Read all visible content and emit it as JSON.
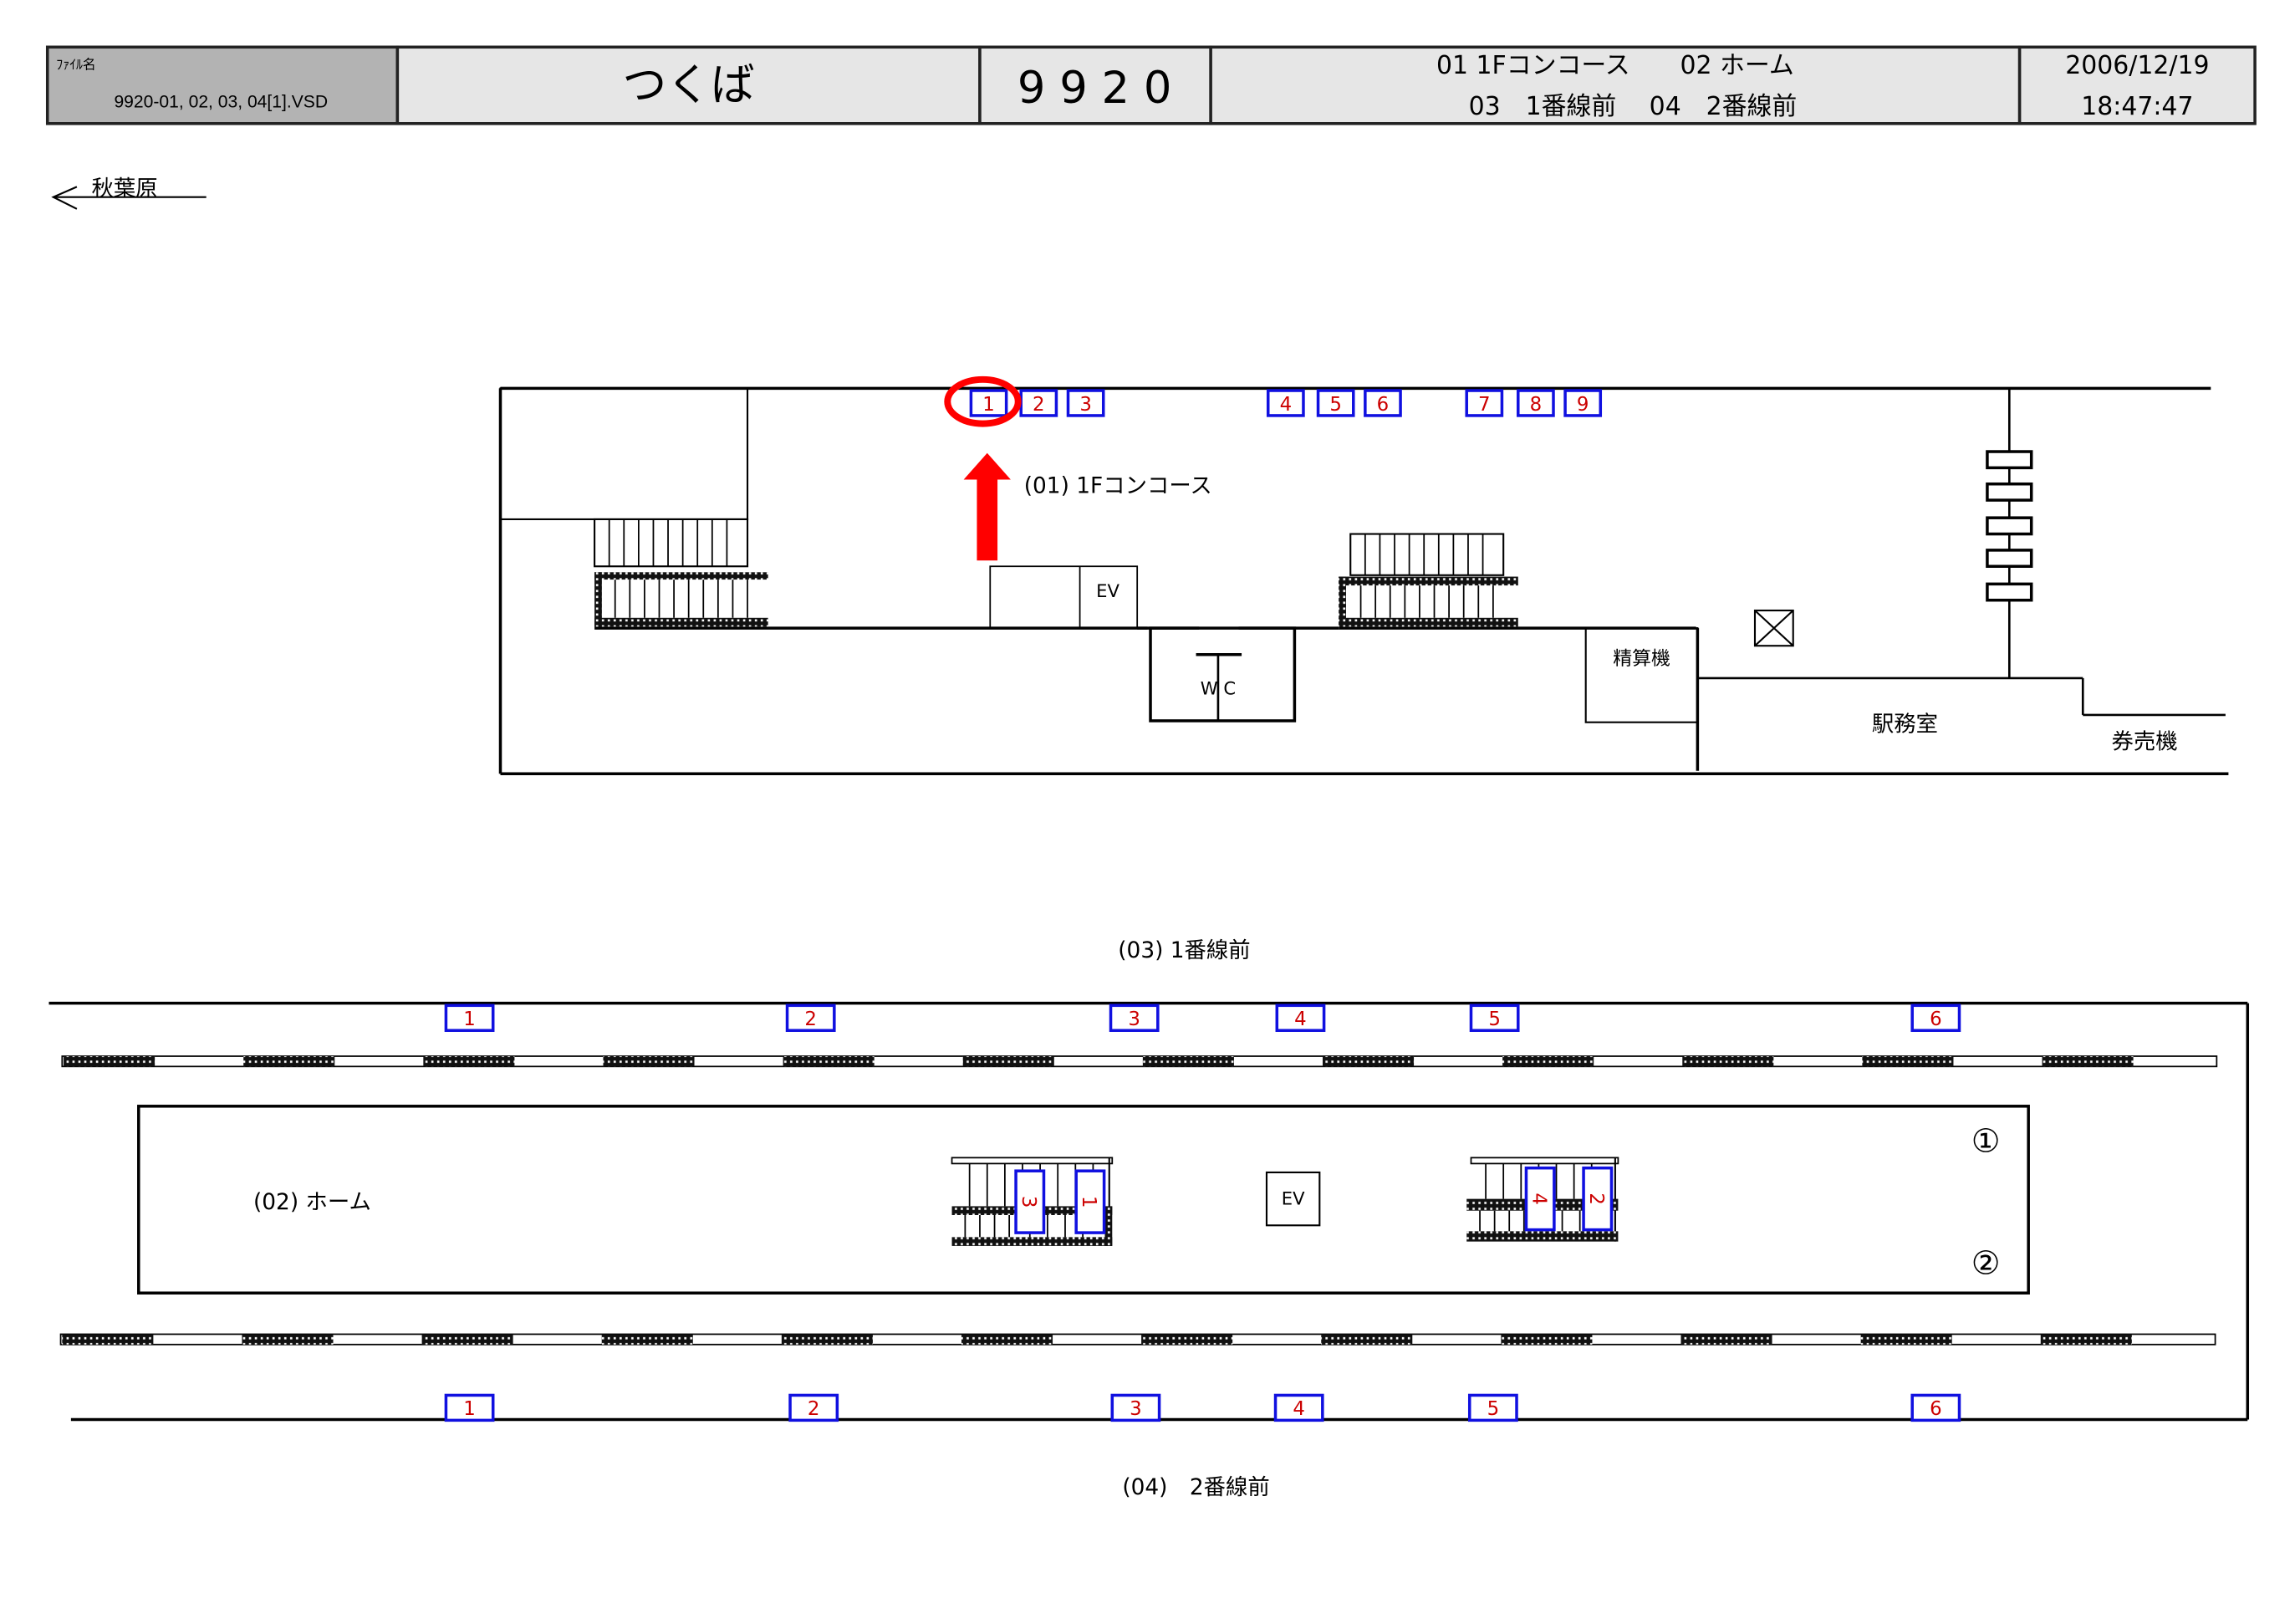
{
  "header": {
    "file_label": "ﾌｧｲﾙ名",
    "file_name": "9920-01, 02, 03, 04[1].VSD",
    "station_name": "つくば",
    "station_code": "9 9 2 0",
    "views_line1": "01 1Fコンコース　　02 ホーム",
    "views_line2": "03　1番線前　 04　2番線前",
    "date": "2006/12/19",
    "time": "18:47:47"
  },
  "direction": {
    "label": "秋葉原"
  },
  "concourse": {
    "title": "(01) 1Fコンコース",
    "ev_label": "EV",
    "wc_label": "W C",
    "fare_adjust_label": "精算機",
    "station_office_label": "駅務室",
    "ticket_machine_label": "券売機",
    "cameras": [
      "1",
      "2",
      "3",
      "4",
      "5",
      "6",
      "7",
      "8",
      "9"
    ],
    "highlighted_camera": "1"
  },
  "platform": {
    "title": "(02) ホーム",
    "ev_label": "EV",
    "track1_mark": "①",
    "track2_mark": "②",
    "escalator_cameras": [
      "3",
      "1",
      "4",
      "2"
    ]
  },
  "track1_front": {
    "title": "(03) 1番線前",
    "cameras": [
      "1",
      "2",
      "3",
      "4",
      "5",
      "6"
    ]
  },
  "track2_front": {
    "title": "(04)　2番線前",
    "cameras": [
      "1",
      "2",
      "3",
      "4",
      "5",
      "6"
    ]
  },
  "colors": {
    "camera_box": "#1010e0",
    "camera_num": "#cc0000",
    "highlight": "#ff0000",
    "header_bg": "#e6e6e6",
    "file_bg": "#b3b3b3"
  }
}
